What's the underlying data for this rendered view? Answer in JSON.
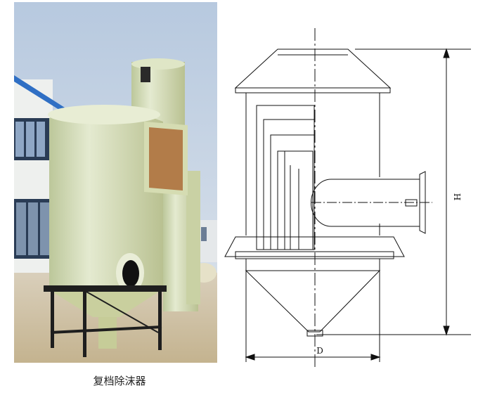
{
  "caption": "复档除沫器",
  "dimensions": {
    "height_label": "H",
    "diameter_label": "D"
  },
  "colors": {
    "vessel": "#d8e0b4",
    "steel": "#1e1e1e",
    "sky": "#c4d4e6",
    "ground": "#cdbfa3",
    "line": "#111111"
  }
}
